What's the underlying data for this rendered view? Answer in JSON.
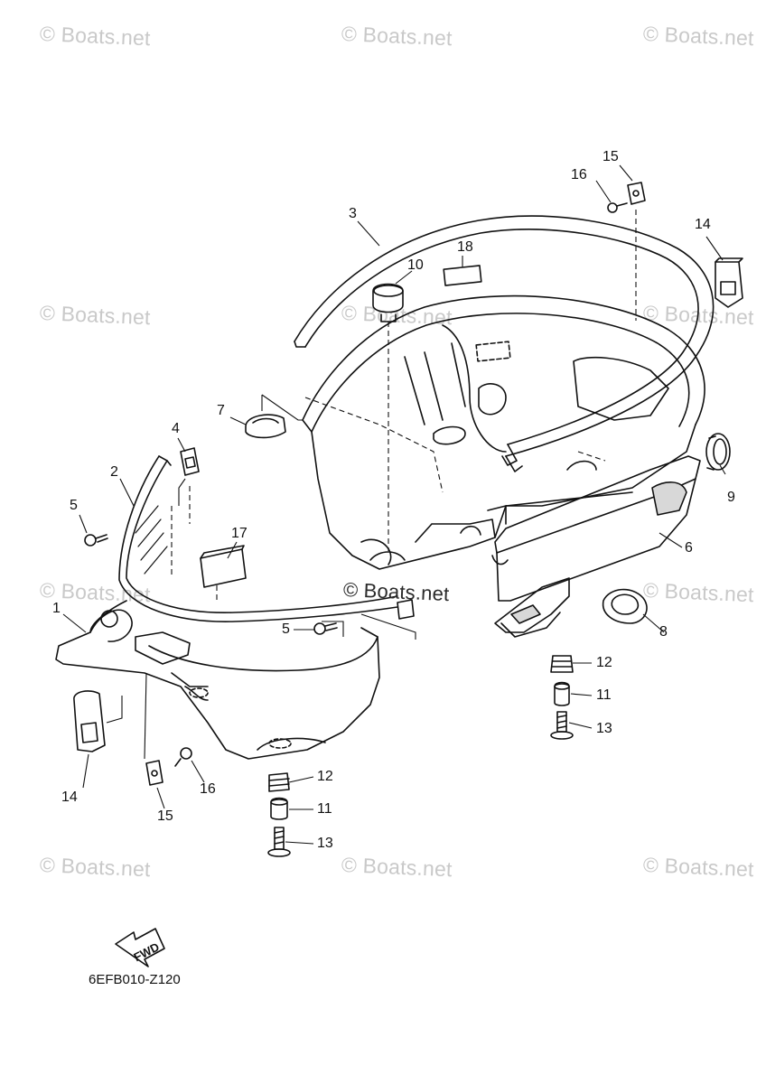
{
  "watermarks": {
    "text": "© Boats.net",
    "center_text": "© Boats.net"
  },
  "diagram_code": "6EFB010-Z120",
  "fwd_label": "FWD",
  "callouts": {
    "c1": "1",
    "c2": "2",
    "c3": "3",
    "c4": "4",
    "c5a": "5",
    "c5b": "5",
    "c6": "6",
    "c7": "7",
    "c8": "8",
    "c9": "9",
    "c10": "10",
    "c11a": "11",
    "c11b": "11",
    "c12a": "12",
    "c12b": "12",
    "c13a": "13",
    "c13b": "13",
    "c14a": "14",
    "c14b": "14",
    "c15a": "15",
    "c15b": "15",
    "c16a": "16",
    "c16b": "16",
    "c17": "17",
    "c18": "18"
  },
  "colors": {
    "line": "#111111",
    "fill": "#ffffff",
    "shade": "#d8d8d8",
    "watermark": "#c9c9c9"
  }
}
